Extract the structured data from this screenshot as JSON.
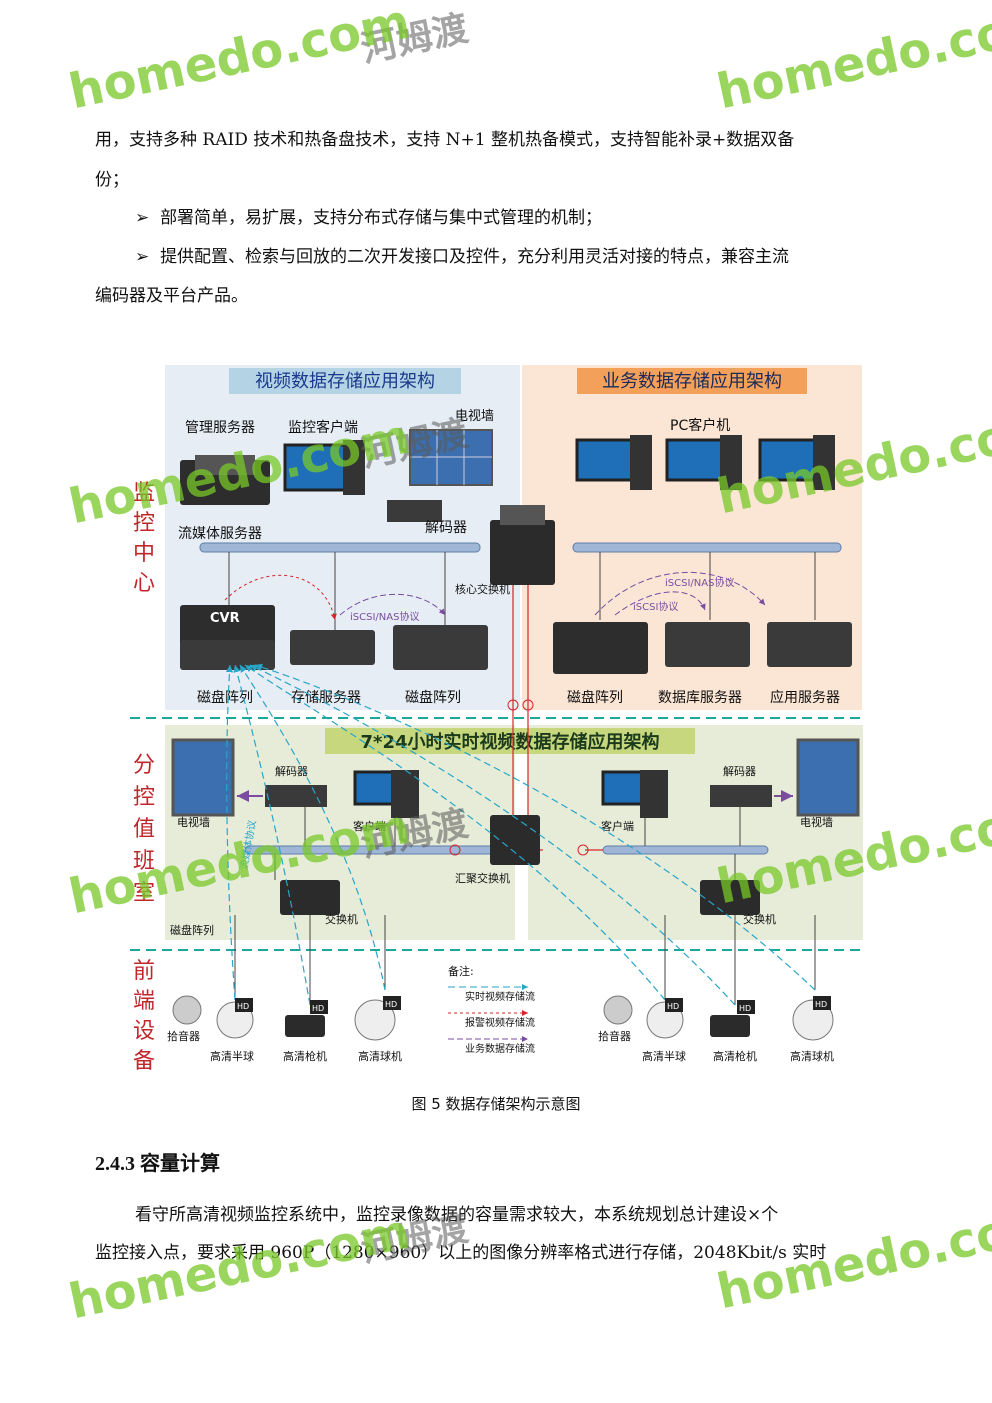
{
  "intro": {
    "line1": "用，支持多种 RAID 技术和热备盘技术，支持 N+1 整机热备模式，支持智能补录+数据双备",
    "line2": "份；",
    "bullet1": "部署简单，易扩展，支持分布式存储与集中式管理的机制；",
    "bullet2_line1": "提供配置、检索与回放的二次开发接口及控件，充分利用灵活对接的特点，兼容主流",
    "bullet2_line2": "编码器及平台产品。",
    "bullet_glyph": "➢"
  },
  "diagram": {
    "title_left": "视频数据存储应用架构",
    "title_right": "业务数据存储应用架构",
    "title_mid": "7*24小时实时视频数据存储应用架构",
    "side_top": [
      "监",
      "控",
      "中",
      "心"
    ],
    "side_mid": [
      "分",
      "控",
      "值",
      "班",
      "室"
    ],
    "side_bottom": [
      "前",
      "端",
      "设",
      "备"
    ],
    "labels": {
      "mgmt_server": "管理服务器",
      "monitor_client": "监控客户端",
      "tv_wall": "电视墙",
      "pc_client": "PC客户机",
      "stream_server": "流媒体服务器",
      "decoder": "解码器",
      "core_switch": "核心交换机",
      "iscsi1": "iSCSI/NAS协议",
      "iscsi2": "iSCSI/NAS协议",
      "iscsi3": "iSCSI协议",
      "cvr": "CVR",
      "disk_array1": "磁盘阵列",
      "storage_server": "存储服务器",
      "disk_array2": "磁盘阵列",
      "disk_array3": "磁盘阵列",
      "db_server": "数据库服务器",
      "app_server": "应用服务器",
      "decoder_l": "解码器",
      "tv_wall_l": "电视墙",
      "client_l": "客户端",
      "agg_switch": "汇聚交换机",
      "switch_l": "交换机",
      "disk_array_l": "磁盘阵列",
      "stream_proto": "流媒体协议",
      "client_r": "客户端",
      "decoder_r": "解码器",
      "tv_wall_r": "电视墙",
      "switch_r": "交换机",
      "pickup_l": "拾音器",
      "dome_l": "高清半球",
      "gun_l": "高清枪机",
      "ball_l": "高清球机",
      "pickup_r": "拾音器",
      "dome_r": "高清半球",
      "gun_r": "高清枪机",
      "ball_r": "高清球机",
      "hd": "HD"
    },
    "legend": {
      "title": "备注:",
      "items": [
        "实时视频存储流",
        "报警视频存储流",
        "业务数据存储流"
      ]
    },
    "colors": {
      "left_bg": "#e6edf4",
      "right_bg": "#fbe6d6",
      "mid_bg": "#e7ecd9",
      "title_left_bg": "#b4d4e6",
      "title_right_bg": "#f2a05a",
      "title_mid_bg": "#c6d77e",
      "side_text": "#c0272d",
      "divider": "#1aa89a",
      "realtime": "#27a6c9",
      "alarm": "#d9242b",
      "business": "#7a4ca0"
    }
  },
  "caption": "图 5 数据存储架构示意图",
  "section": {
    "number": "2.4.3",
    "title": "容量计算"
  },
  "body": {
    "line1": "看守所高清视频监控系统中，监控录像数据的容量需求较大，本系统规划总计建设×个",
    "line2": "监控接入点，要求采用 960P（1280×960）以上的图像分辨率格式进行存储，2048Kbit/s 实时"
  },
  "watermark": {
    "cn": "河姆渡",
    "en": "homedo.com"
  }
}
